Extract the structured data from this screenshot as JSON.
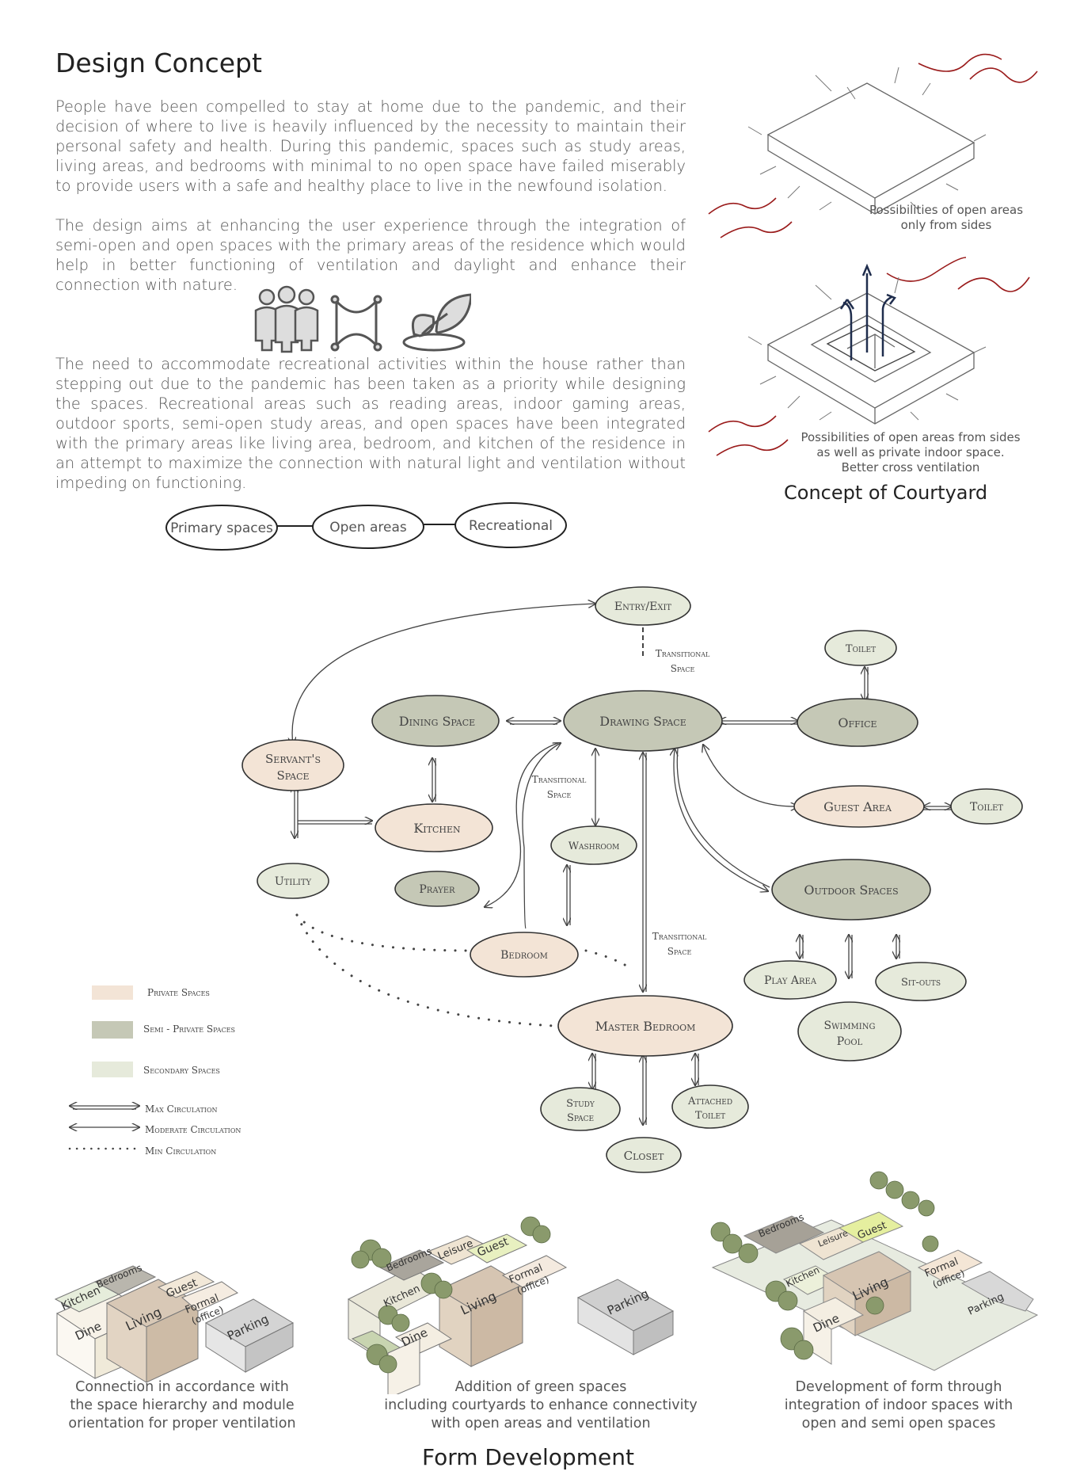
{
  "title": "Design Concept",
  "paragraphs": [
    "People have been compelled to stay at home due to the pandemic, and their decision of where to live is heavily influenced by the necessity to maintain their personal safety and health. During this pandemic, spaces such as study areas, living areas, and bedrooms with minimal to no open space have failed miserably to provide users with a safe and healthy place to live in the newfound isolation.",
    "The design aims at enhancing the user experience through the integration of semi-open and open spaces with the primary areas of the residence which would help in better functioning of ventilation and daylight and enhance their connection with nature.",
    "The need to accommodate recreational activities within the house rather than stepping out due to the pandemic has been taken as a priority while designing the spaces. Recreational areas such as reading areas, indoor gaming areas, outdoor sports, semi-open study areas, and open spaces have been integrated with the primary areas like living area, bedroom, and kitchen of the residence in an attempt to maximize the connection with natural light and ventilation without impeding on functioning."
  ],
  "icons": [
    "people-group-icon",
    "connection-network-icon",
    "plant-leaf-icon"
  ],
  "courtyard": {
    "caption1_line1": "Possibilities of open areas",
    "caption1_line2": "only from sides",
    "caption2_line1": "Possibilities of open areas from sides",
    "caption2_line2": "as well as private indoor space.",
    "caption2_line3": "Better cross ventilation",
    "heading": "Concept of Courtyard"
  },
  "concept_chain": [
    "Primary spaces",
    "Open areas",
    "Recreational"
  ],
  "bubble": {
    "nodes": {
      "entry": "Entry/Exit",
      "drawing": "Drawing Space",
      "dining": "Dining Space",
      "office": "Office",
      "toilet_top": "Toilet",
      "servant_1": "Servant's",
      "servant_2": "Space",
      "kitchen": "Kitchen",
      "guest": "Guest Area",
      "toilet_guest": "Toilet",
      "washroom": "Washroom",
      "utility": "Utility",
      "prayer": "Prayer",
      "outdoor": "Outdoor Spaces",
      "bedroom": "Bedroom",
      "play": "Play Area",
      "sitouts": "Sit-outs",
      "master": "Master Bedroom",
      "swim_1": "Swimming",
      "swim_2": "Pool",
      "study_1": "Study",
      "study_2": "Space",
      "closet": "Closet",
      "attached_1": "Attached",
      "attached_2": "Toilet"
    },
    "transitional_1": "Transitional",
    "transitional_2": "Space"
  },
  "legend": {
    "private": "Private Spaces",
    "semi_private": "Semi - Private Spaces",
    "secondary": "Secondary Spaces",
    "max": "Max Circulation",
    "moderate": "Moderate Circulation",
    "min": "Min Circulation",
    "colors": {
      "private": "#f3e4d6",
      "semi_private": "#c5c8b6",
      "secondary": "#e6eadb"
    }
  },
  "form": {
    "m1": {
      "kitchen": "Kitchen",
      "bedrooms": "Bedrooms",
      "living": "Living",
      "guest": "Guest",
      "formal1": "Formal",
      "formal2": "(office)",
      "dine": "Dine",
      "parking": "Parking"
    },
    "m2": {
      "bedrooms": "Bedrooms",
      "leisure": "Leisure",
      "guest": "Guest",
      "kitchen": "Kitchen",
      "living": "Living",
      "formal1": "Formal",
      "formal2": "(office)",
      "dine": "Dine",
      "parking": "Parking"
    },
    "m3": {
      "bedrooms": "Bedrooms",
      "leisure": "Leisure",
      "guest": "Guest",
      "kitchen": "Kitchen",
      "living": "Living",
      "formal1": "Formal",
      "formal2": "(office)",
      "dine": "Dine",
      "parking": "Parking"
    },
    "cap1": [
      "Connection in accordance with",
      "the space hierarchy and module",
      "orientation for proper ventilation"
    ],
    "cap2": [
      "Addition of green spaces",
      "including  courtyards to enhance connectivity",
      "with open areas and ventilation"
    ],
    "cap3": [
      "Development of form through",
      "integration of indoor spaces with",
      "open and semi open spaces"
    ],
    "heading": "Form Development"
  }
}
